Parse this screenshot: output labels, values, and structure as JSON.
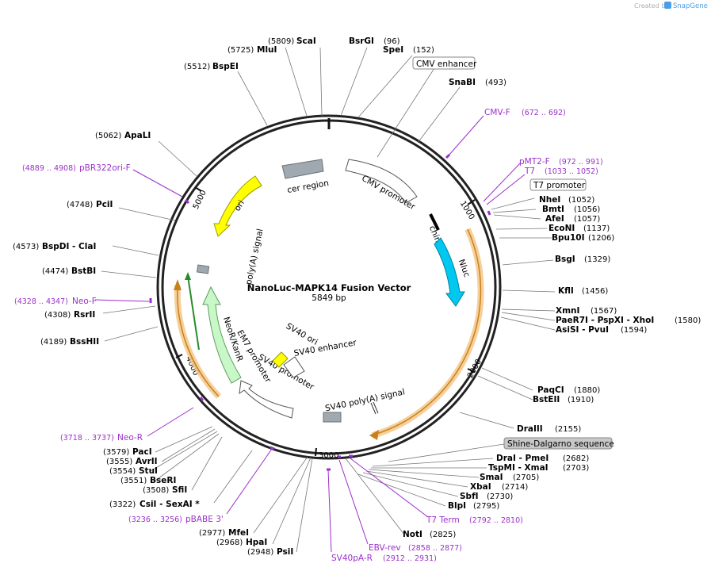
{
  "branding": {
    "created_by": "Created by",
    "product": "SnapGene"
  },
  "map": {
    "title": "NanoLuc-MAPK14 Fusion Vector",
    "length_label": "5849 bp"
  },
  "colors": {
    "primer": "#9b30c8",
    "enzyme": "#000000",
    "backbone": "#222222",
    "ori": "#ffff00",
    "nluc": "#00c8f0",
    "neor": "#c8f8c8",
    "orf": "#f0c080",
    "marker": "#a0a8b0"
  },
  "ticks": [
    {
      "label": "1000"
    },
    {
      "label": "2000"
    },
    {
      "label": "3000"
    },
    {
      "label": "4000"
    },
    {
      "label": "5000"
    }
  ],
  "features": [
    {
      "name": "cer region"
    },
    {
      "name": "CMV promoter"
    },
    {
      "name": "chimeric intron"
    },
    {
      "name": "Nluc"
    },
    {
      "name": "ori"
    },
    {
      "name": "poly(A) signal"
    },
    {
      "name": "NeoR/KanR"
    },
    {
      "name": "EM7 promoter"
    },
    {
      "name": "SV40 promoter"
    },
    {
      "name": "SV40 ori"
    },
    {
      "name": "SV40 enhancer"
    },
    {
      "name": "SV40 poly(A) signal"
    }
  ],
  "labels": [
    {
      "id": "scai",
      "name": "ScaI",
      "pos": "(5809)",
      "kind": "enzyme"
    },
    {
      "id": "mlui",
      "name": "MluI",
      "pos": "(5725)",
      "kind": "enzyme"
    },
    {
      "id": "bsrgi",
      "name": "BsrGI",
      "pos": "(96)",
      "kind": "enzyme"
    },
    {
      "id": "spei",
      "name": "SpeI",
      "pos": "(152)",
      "kind": "enzyme"
    },
    {
      "id": "bspei",
      "name": "BspEI",
      "pos": "(5512)",
      "kind": "enzyme"
    },
    {
      "id": "cmvenh",
      "name": "CMV enhancer",
      "pos": "",
      "kind": "boxed"
    },
    {
      "id": "snabi",
      "name": "SnaBI",
      "pos": "(493)",
      "kind": "enzyme"
    },
    {
      "id": "cmvf",
      "name": "CMV-F",
      "pos": "(672 .. 692)",
      "kind": "primer"
    },
    {
      "id": "apali",
      "name": "ApaLI",
      "pos": "(5062)",
      "kind": "enzyme"
    },
    {
      "id": "pbr322",
      "name": "pBR322ori-F",
      "pos": "(4889 .. 4908)",
      "kind": "primer"
    },
    {
      "id": "pmt2f",
      "name": "pMT2-F",
      "pos": "(972 .. 991)",
      "kind": "primer"
    },
    {
      "id": "t7",
      "name": "T7",
      "pos": "(1033 .. 1052)",
      "kind": "primer"
    },
    {
      "id": "t7prom",
      "name": "T7 promoter",
      "pos": "",
      "kind": "boxed"
    },
    {
      "id": "nhei",
      "name": "NheI",
      "pos": "(1052)",
      "kind": "enzyme"
    },
    {
      "id": "bmti",
      "name": "BmtI",
      "pos": "(1056)",
      "kind": "enzyme"
    },
    {
      "id": "afei",
      "name": "AfeI",
      "pos": "(1057)",
      "kind": "enzyme"
    },
    {
      "id": "econi",
      "name": "EcoNI",
      "pos": "(1137)",
      "kind": "enzyme"
    },
    {
      "id": "bpu10i",
      "name": "Bpu10I",
      "pos": "(1206)",
      "kind": "enzyme"
    },
    {
      "id": "pcii",
      "name": "PciI",
      "pos": "(4748)",
      "kind": "enzyme"
    },
    {
      "id": "bspdi",
      "name": "BspDI   - ClaI",
      "pos": "(4573)",
      "kind": "enzyme"
    },
    {
      "id": "bsgi",
      "name": "BsgI",
      "pos": "(1329)",
      "kind": "enzyme"
    },
    {
      "id": "bstbi",
      "name": "BstBI",
      "pos": "(4474)",
      "kind": "enzyme"
    },
    {
      "id": "kfli",
      "name": "KflI",
      "pos": "(1456)",
      "kind": "enzyme"
    },
    {
      "id": "neof",
      "name": "Neo-F",
      "pos": "(4328 .. 4347)",
      "kind": "primer"
    },
    {
      "id": "rsrii",
      "name": "RsrII",
      "pos": "(4308)",
      "kind": "enzyme"
    },
    {
      "id": "xmni",
      "name": "XmnI",
      "pos": "(1567)",
      "kind": "enzyme"
    },
    {
      "id": "paer7i",
      "name": "PaeR7I   - PspXI   - XhoI",
      "pos": "(1580)",
      "kind": "enzyme"
    },
    {
      "id": "asisi",
      "name": "AsiSI   - PvuI",
      "pos": "(1594)",
      "kind": "enzyme"
    },
    {
      "id": "bsshii",
      "name": "BssHII",
      "pos": "(4189)",
      "kind": "enzyme"
    },
    {
      "id": "paqci",
      "name": "PaqCI",
      "pos": "(1880)",
      "kind": "enzyme"
    },
    {
      "id": "bsteii",
      "name": "BstEII",
      "pos": "(1910)",
      "kind": "enzyme"
    },
    {
      "id": "neor",
      "name": "Neo-R",
      "pos": "(3718 .. 3737)",
      "kind": "primer"
    },
    {
      "id": "draiii",
      "name": "DraIII",
      "pos": "(2155)",
      "kind": "enzyme"
    },
    {
      "id": "shine",
      "name": "Shine-Dalgarno sequence",
      "pos": "",
      "kind": "grayboxed"
    },
    {
      "id": "paci",
      "name": "PacI",
      "pos": "(3579)",
      "kind": "enzyme"
    },
    {
      "id": "avrii",
      "name": "AvrII",
      "pos": "(3555)",
      "kind": "enzyme"
    },
    {
      "id": "stui",
      "name": "StuI",
      "pos": "(3554)",
      "kind": "enzyme"
    },
    {
      "id": "bseri",
      "name": "BseRI",
      "pos": "(3551)",
      "kind": "enzyme"
    },
    {
      "id": "sfii",
      "name": "SfiI",
      "pos": "(3508)",
      "kind": "enzyme"
    },
    {
      "id": "csii",
      "name": "CsiI   - SexAI  *",
      "pos": "(3322)",
      "kind": "enzyme"
    },
    {
      "id": "drai",
      "name": "DraI   - PmeI",
      "pos": "(2682)",
      "kind": "enzyme"
    },
    {
      "id": "tspmi",
      "name": "TspMI   - XmaI",
      "pos": "(2703)",
      "kind": "enzyme"
    },
    {
      "id": "smai",
      "name": "SmaI",
      "pos": "(2705)",
      "kind": "enzyme"
    },
    {
      "id": "xbai",
      "name": "XbaI",
      "pos": "(2714)",
      "kind": "enzyme"
    },
    {
      "id": "sbfi",
      "name": "SbfI",
      "pos": "(2730)",
      "kind": "enzyme"
    },
    {
      "id": "blpi",
      "name": "BlpI",
      "pos": "(2795)",
      "kind": "enzyme"
    },
    {
      "id": "pbabe",
      "name": "pBABE 3'",
      "pos": "(3236 .. 3256)",
      "kind": "primer"
    },
    {
      "id": "t7term",
      "name": "T7 Term",
      "pos": "(2792 .. 2810)",
      "kind": "primer"
    },
    {
      "id": "mfei",
      "name": "MfeI",
      "pos": "(2977)",
      "kind": "enzyme"
    },
    {
      "id": "noti",
      "name": "NotI",
      "pos": "(2825)",
      "kind": "enzyme"
    },
    {
      "id": "hpai",
      "name": "HpaI",
      "pos": "(2968)",
      "kind": "enzyme"
    },
    {
      "id": "ebvrev",
      "name": "EBV-rev",
      "pos": "(2858 .. 2877)",
      "kind": "primer"
    },
    {
      "id": "psii",
      "name": "PsiI",
      "pos": "(2948)",
      "kind": "enzyme"
    },
    {
      "id": "sv40par",
      "name": "SV40pA-R",
      "pos": "(2912 .. 2931)",
      "kind": "primer"
    }
  ]
}
